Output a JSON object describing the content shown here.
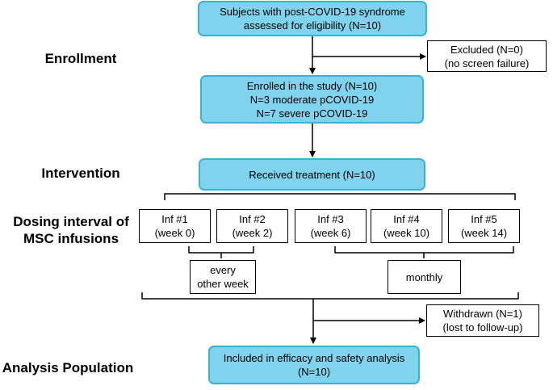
{
  "stages": {
    "enrollment": "Enrollment",
    "intervention": "Intervention",
    "dosing": [
      "Dosing interval of",
      "MSC infusions"
    ],
    "analysis": "Analysis Population"
  },
  "boxes": {
    "assessed": [
      "Subjects with post-COVID-19 syndrome",
      "assessed for eligibility  (N=10)"
    ],
    "excluded": [
      "Excluded (N=0)",
      "(no screen failure)"
    ],
    "enrolled": [
      "Enrolled in the study (N=10)",
      "N=3 moderate pCOVID-19",
      "N=7 severe pCOVID-19"
    ],
    "treatment": [
      "Received treatment (N=10)"
    ],
    "withdrawn": [
      "Withdrawn (N=1)",
      "(lost to follow-up)"
    ],
    "analysis": [
      "Included in efficacy and safety analysis",
      "(N=10)"
    ]
  },
  "infusions": [
    {
      "label": "Inf #1",
      "week": "(week 0)"
    },
    {
      "label": "Inf #2",
      "week": "(week 2)"
    },
    {
      "label": "Inf #3",
      "week": "(week 6)"
    },
    {
      "label": "Inf #4",
      "week": "(week 10)"
    },
    {
      "label": "Inf #5",
      "week": "(week 14)"
    }
  ],
  "intervals": {
    "biweekly": [
      "every",
      "other week"
    ],
    "monthly": "monthly"
  },
  "colors": {
    "box_fill": "#7fd3ec",
    "box_border": "#3ab2d8",
    "line": "#000000"
  }
}
